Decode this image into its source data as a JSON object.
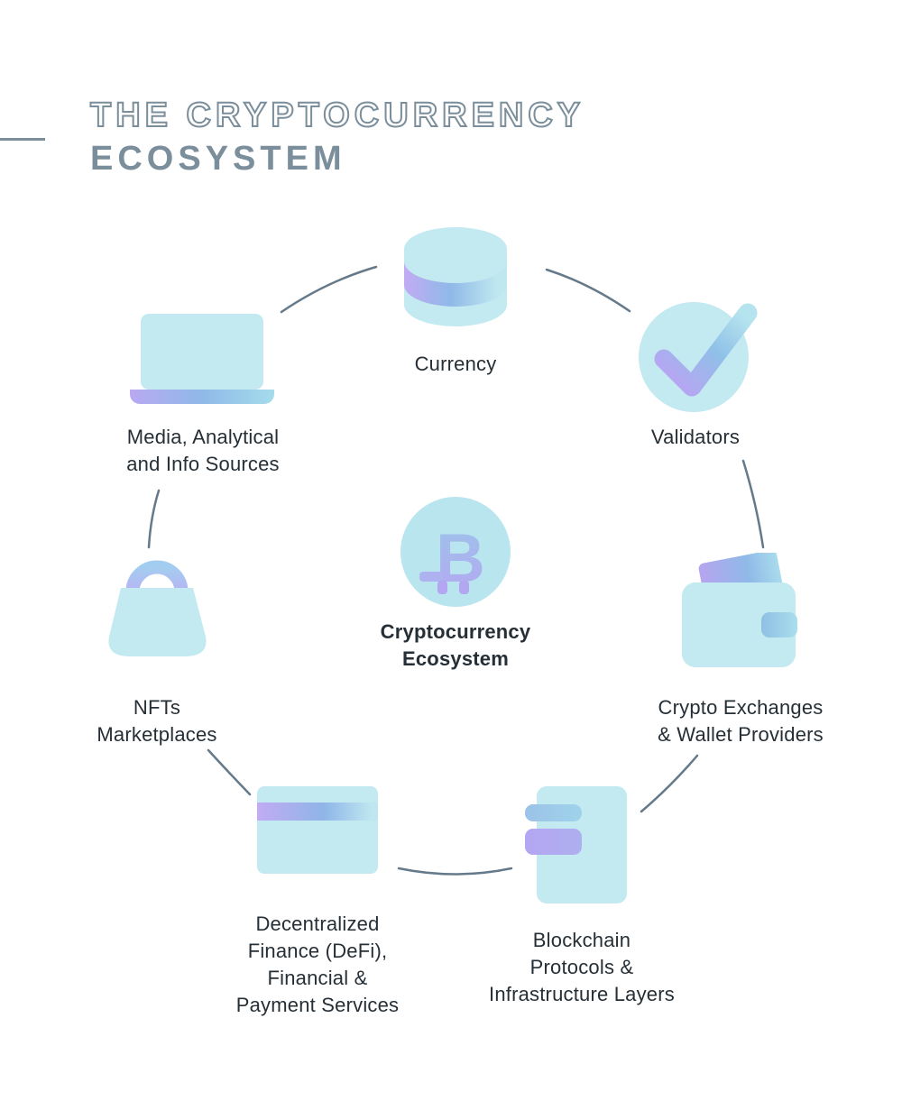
{
  "title": {
    "line1": "THE CRYPTOCURRENCY",
    "line2": "ECOSYSTEM"
  },
  "center": {
    "label": "Cryptocurrency\nEcosystem",
    "icon": "bitcoin-icon"
  },
  "nodes": [
    {
      "id": "currency",
      "label": "Currency",
      "icon": "coin-cylinder-icon"
    },
    {
      "id": "validators",
      "label": "Validators",
      "icon": "check-circle-icon"
    },
    {
      "id": "exchanges",
      "label": "Crypto Exchanges\n& Wallet Providers",
      "icon": "wallet-icon"
    },
    {
      "id": "blockchain",
      "label": "Blockchain\nProtocols &\nInfrastructure Layers",
      "icon": "blocks-document-icon"
    },
    {
      "id": "defi",
      "label": "Decentralized\nFinance (DeFi),\nFinancial &\nPayment Services",
      "icon": "credit-card-icon"
    },
    {
      "id": "nft",
      "label": "NFTs\nMarketplaces",
      "icon": "shopping-bag-icon"
    },
    {
      "id": "media",
      "label": "Media, Analytical\nand Info Sources",
      "icon": "laptop-icon"
    }
  ],
  "colors": {
    "title_slate": "#7b8e9b",
    "icon_fill": "#c3e9f1",
    "gradient_purple": "#b9a8f2",
    "gradient_blue": "#8fb9e8",
    "connector_line": "#64798a",
    "label_text": "#262f36"
  }
}
